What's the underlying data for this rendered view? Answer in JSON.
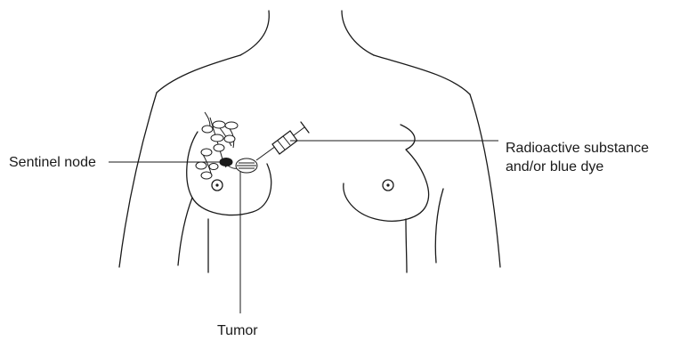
{
  "labels": {
    "sentinel_node": "Sentinel node",
    "injection_line1": "Radioactive substance",
    "injection_line2": "and/or blue dye",
    "tumor": "Tumor"
  },
  "colors": {
    "ink": "#1a1a1a",
    "background": "#ffffff"
  }
}
